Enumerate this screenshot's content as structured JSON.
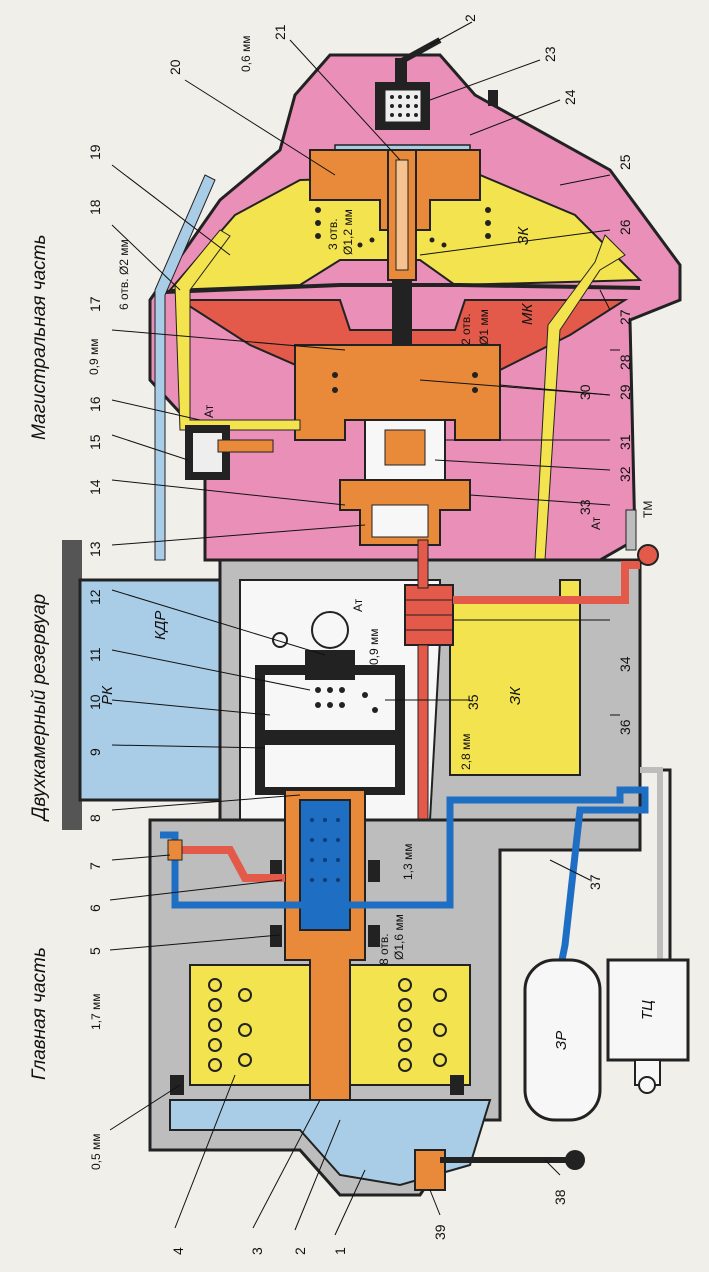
{
  "sections": {
    "main": "Главная часть",
    "reservoir": "Двухкамерный резервуар",
    "magistral": "Магистральная часть"
  },
  "zones": {
    "rk": "РК",
    "kdr": "КДР",
    "zk_main": "ЗК",
    "zk_mag": "ЗК",
    "mk": "МК",
    "zr": "ЗР",
    "tc": "ТЦ",
    "at_1": "Ат",
    "at_2": "Ат",
    "at_3": "Ат",
    "tm": "ТМ"
  },
  "dimensions": {
    "d_0_5": "0,5 мм",
    "d_1_7": "1,7 мм",
    "d_8otv": "8 отв.",
    "d_1_6": "Ø1,6 мм",
    "d_1_3": "1,3 мм",
    "d_2_8": "2,8 мм",
    "d_0_9a": "0,9 мм",
    "d_0_9b": "0,9 мм",
    "d_6otv": "6 отв. Ø2 мм",
    "d_2otv": "2 отв.",
    "d_1mm": "Ø1 мм",
    "d_3otv": "3 отв.",
    "d_1_2": "Ø1,2 мм",
    "d_0_6": "0,6 мм"
  },
  "callouts": [
    "1",
    "2",
    "3",
    "4",
    "5",
    "6",
    "7",
    "8",
    "9",
    "10",
    "11",
    "12",
    "13",
    "14",
    "15",
    "16",
    "17",
    "18",
    "19",
    "20",
    "21",
    "2",
    "23",
    "24",
    "25",
    "26",
    "27",
    "28",
    "29",
    "30",
    "31",
    "32",
    "33",
    "34",
    "35",
    "36",
    "37",
    "38",
    "39"
  ],
  "colors": {
    "pink": "#e98fb8",
    "yellow": "#f3e34f",
    "blue_light": "#a9cde6",
    "blue_line": "#1e6fc4",
    "orange": "#e98a3a",
    "red_salmon": "#e35a4a",
    "gray": "#bdbdbd",
    "white": "#f7f7f7"
  }
}
